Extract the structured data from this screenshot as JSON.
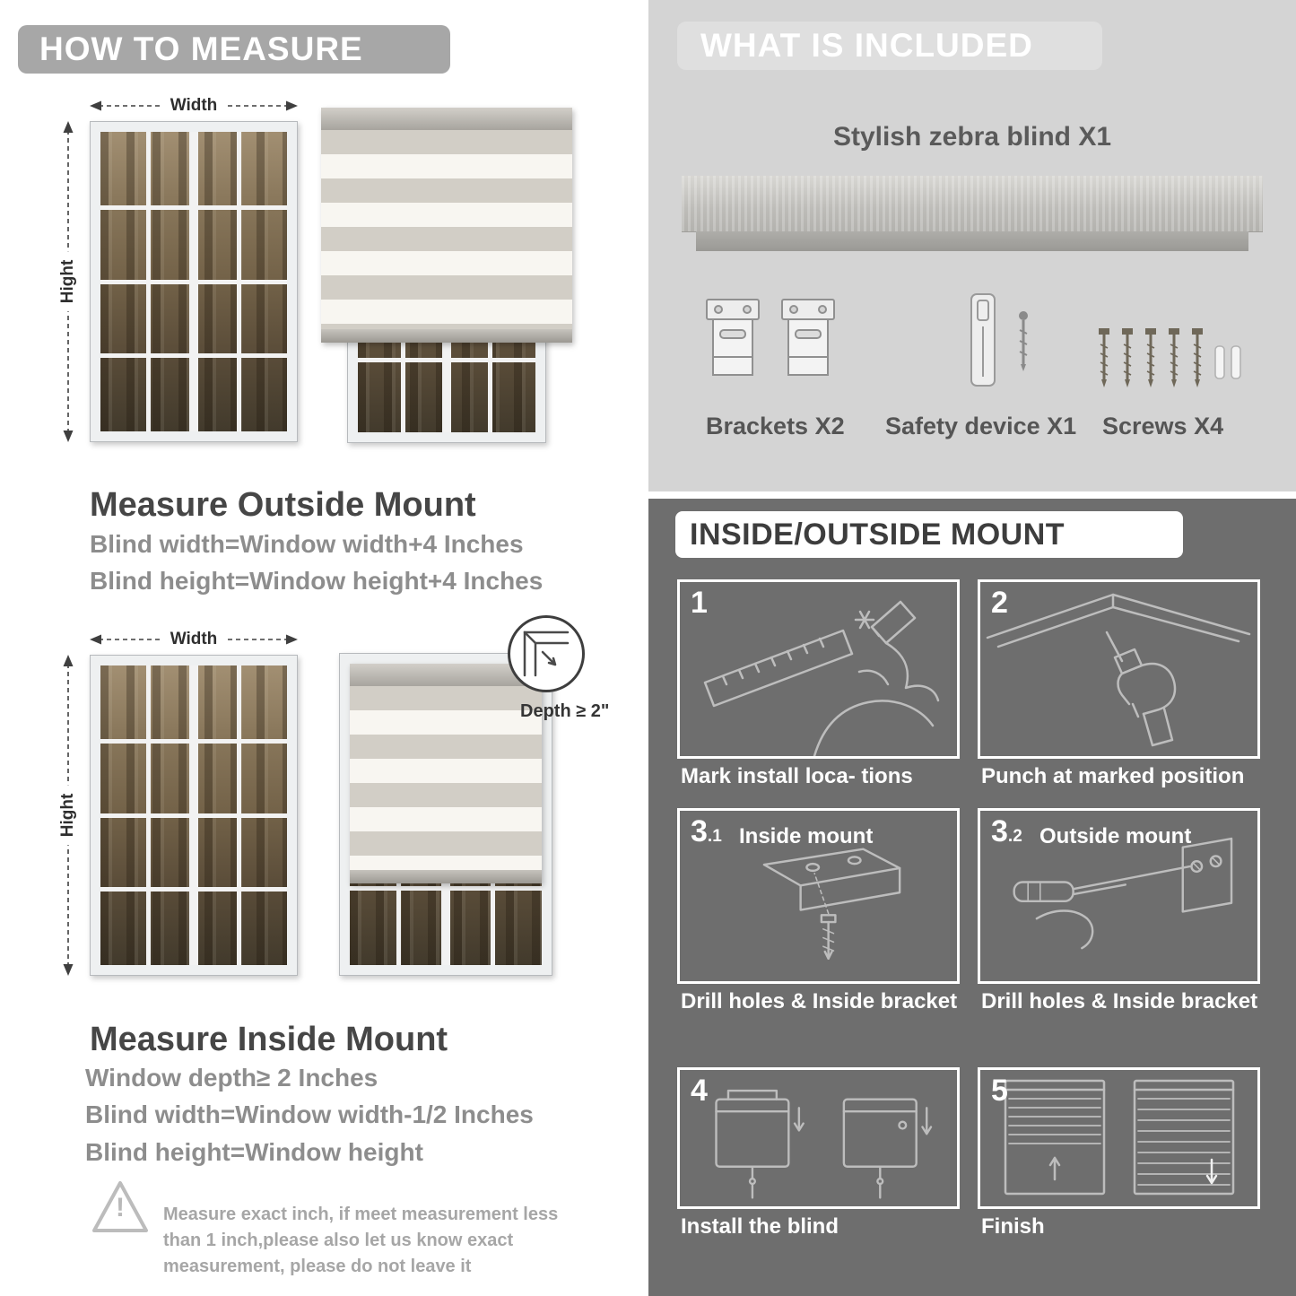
{
  "left": {
    "banner": "HOW TO MEASURE",
    "outside": {
      "width_label": "Width",
      "height_label": "Hight",
      "title": "Measure Outside Mount",
      "lines": [
        "Blind width=Window width+4 Inches",
        "Blind height=Window height+4 Inches"
      ]
    },
    "inside": {
      "width_label": "Width",
      "height_label": "Hight",
      "depth_label": "Depth ≥ 2\"",
      "title": "Measure Inside Mount",
      "lines": [
        "Window depth≥ 2 Inches",
        "Blind width=Window width-1/2 Inches",
        "Blind height=Window height"
      ]
    },
    "warning": {
      "mark": "!",
      "text": "Measure exact inch, if meet measurement less than 1 inch,please also let us know exact measurement, please do not leave it"
    }
  },
  "right": {
    "included": {
      "banner": "WHAT IS INCLUDED",
      "blind_label": "Stylish zebra blind X1",
      "items": [
        {
          "label": "Brackets X2"
        },
        {
          "label": "Safety device X1"
        },
        {
          "label": "Screws X4"
        }
      ]
    },
    "mount": {
      "banner": "INSIDE/OUTSIDE MOUNT",
      "steps": [
        {
          "num": "1",
          "sub": "",
          "label": "",
          "caption": "Mark install loca- tions"
        },
        {
          "num": "2",
          "sub": "",
          "label": "",
          "caption": "Punch at  marked position"
        },
        {
          "num": "3",
          "sub": ".1",
          "label": "Inside mount",
          "caption": "Drill holes &  Inside bracket"
        },
        {
          "num": "3",
          "sub": ".2",
          "label": "Outside mount",
          "caption": "Drill holes &  Inside bracket"
        },
        {
          "num": "4",
          "sub": "",
          "label": "",
          "caption": "Install the blind"
        },
        {
          "num": "5",
          "sub": "",
          "label": "",
          "caption": "Finish"
        }
      ]
    }
  },
  "colors": {
    "banner_gray": "#a7a7a7",
    "panel_light": "#d4d4d4",
    "panel_dark": "#6e6e6e",
    "title_text": "#464646",
    "body_text": "#8d8d8d"
  }
}
